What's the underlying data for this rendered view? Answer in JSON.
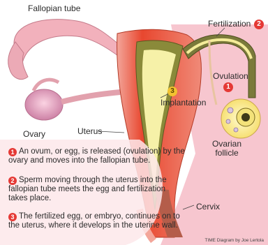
{
  "labels": {
    "fallopian_tube": "Fallopian tube",
    "fertilization": "Fertilization",
    "ovulation": "Ovulation",
    "implantation": "Implantation",
    "ovary": "Ovary",
    "uterus": "Uterus",
    "ovarian_follicle": "Ovarian\nfollicle",
    "cervix": "Cervix"
  },
  "markers": {
    "ovulation": "1",
    "fertilization": "2",
    "implantation": "3"
  },
  "steps": [
    {
      "num": "1",
      "text": "An ovum, or egg, is released (ovulation) by the ovary and moves into the fallopian tube."
    },
    {
      "num": "2",
      "text": "Sperm moving through the uterus into the fallopian tube meets the egg and fertilization takes place."
    },
    {
      "num": "3",
      "text": "The fertilized egg, or embryo, continues on to the uterus, where it develops in the uterine wall."
    }
  ],
  "credit": "TIME Diagram by Joe Lertola",
  "colors": {
    "tissue_pink": "#f0a3b0",
    "uterus_red": "#e8472f",
    "lining_olive": "#6f6b2e",
    "glow_yellow": "#fff6a8",
    "marker_red": "#e53935",
    "marker_gold": "#f2c230"
  }
}
